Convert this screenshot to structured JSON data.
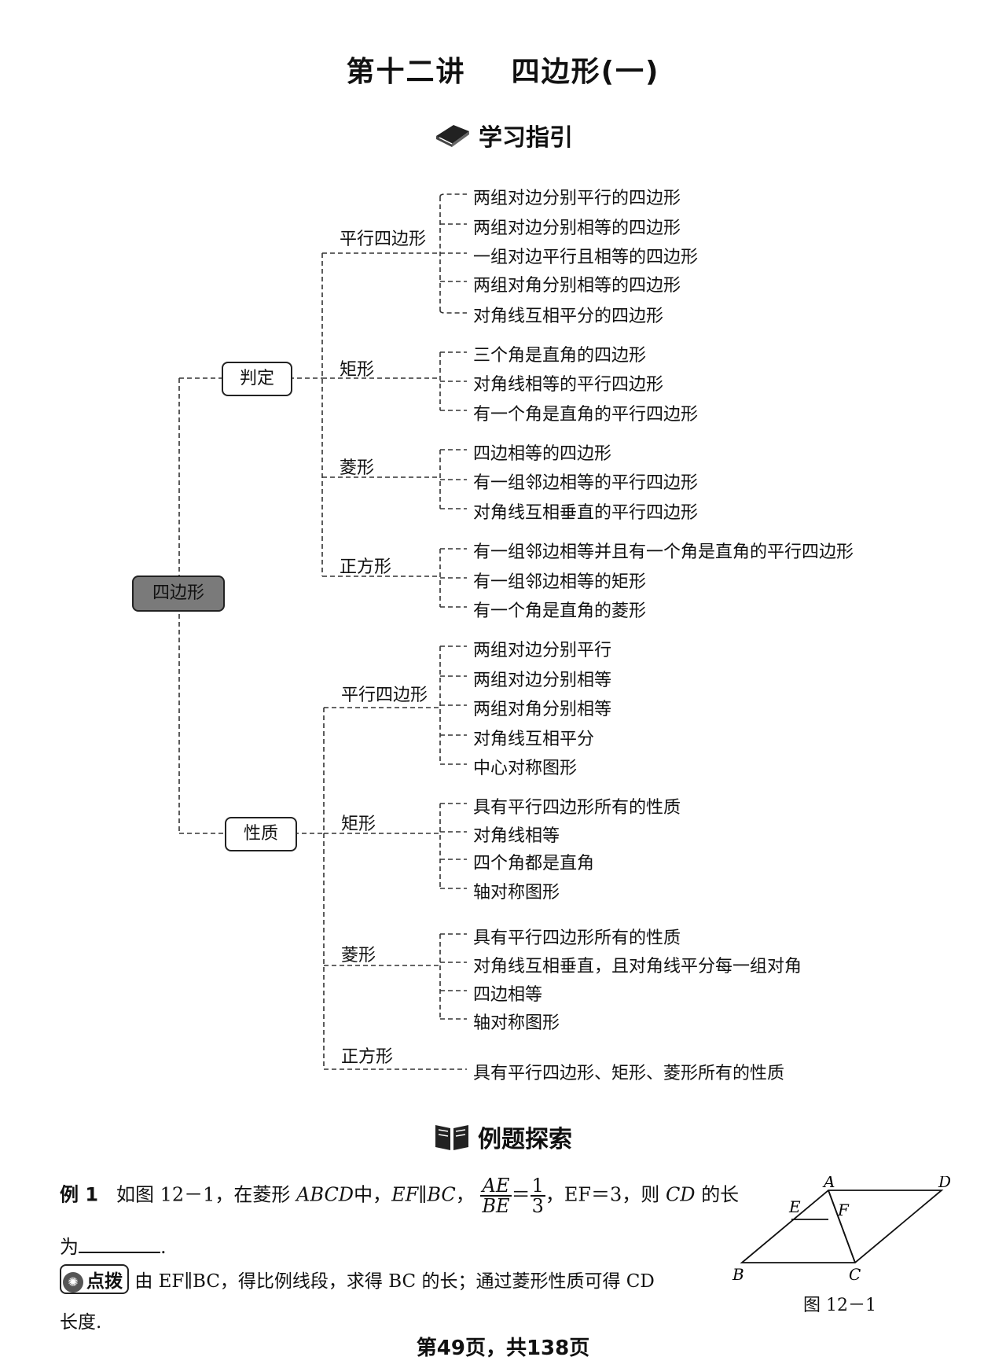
{
  "title": "第十二讲    四边形(一)",
  "guide_heading": "学习指引",
  "example_heading": "例题探索",
  "mindmap": {
    "root": "四边形",
    "judge": {
      "label": "判定",
      "groups": [
        {
          "label": "平行四边形",
          "items": [
            "两组对边分别平行的四边形",
            "两组对边分别相等的四边形",
            "一组对边平行且相等的四边形",
            "两组对角分别相等的四边形",
            "对角线互相平分的四边形"
          ]
        },
        {
          "label": "矩形",
          "items": [
            "三个角是直角的四边形",
            "对角线相等的平行四边形",
            "有一个角是直角的平行四边形"
          ]
        },
        {
          "label": "菱形",
          "items": [
            "四边相等的四边形",
            "有一组邻边相等的平行四边形",
            "对角线互相垂直的平行四边形"
          ]
        },
        {
          "label": "正方形",
          "items": [
            "有一组邻边相等并且有一个角是直角的平行四边形",
            "有一组邻边相等的矩形",
            "有一个角是直角的菱形"
          ]
        }
      ]
    },
    "prop": {
      "label": "性质",
      "groups": [
        {
          "label": "平行四边形",
          "items": [
            "两组对边分别平行",
            "两组对边分别相等",
            "两组对角分别相等",
            "对角线互相平分",
            "中心对称图形"
          ]
        },
        {
          "label": "矩形",
          "items": [
            "具有平行四边形所有的性质",
            "对角线相等",
            "四个角都是直角",
            "轴对称图形"
          ]
        },
        {
          "label": "菱形",
          "items": [
            "具有平行四边形所有的性质",
            "对角线互相垂直，且对角线平分每一组对角",
            "四边相等",
            "轴对称图形"
          ]
        },
        {
          "label": "正方形",
          "items": [
            "具有平行四边形、矩形、菱形所有的性质"
          ]
        }
      ]
    }
  },
  "example1": {
    "label": "例 1",
    "text_a": "如图 12－1，在菱形",
    "abcd": "ABCD",
    "text_b": "中，",
    "ef_bc": "EF∥BC",
    "frac_num": "AE",
    "frac_den": "BE",
    "eq": "＝",
    "frac2_num": "1",
    "frac2_den": "3",
    "text_c": "，EF＝3，则",
    "cd": "CD",
    "text_d": "的长",
    "line2": "为",
    "line2_end": "."
  },
  "hint": {
    "badge": "点拨",
    "text": "由 EF∥BC，得比例线段，求得 BC 的长；通过菱形性质可得 CD",
    "text2": "长度."
  },
  "figure": {
    "caption": "图 12－1",
    "points": {
      "A": "A",
      "B": "B",
      "C": "C",
      "D": "D",
      "E": "E",
      "F": "F"
    }
  },
  "footer": "第49页，共138页"
}
